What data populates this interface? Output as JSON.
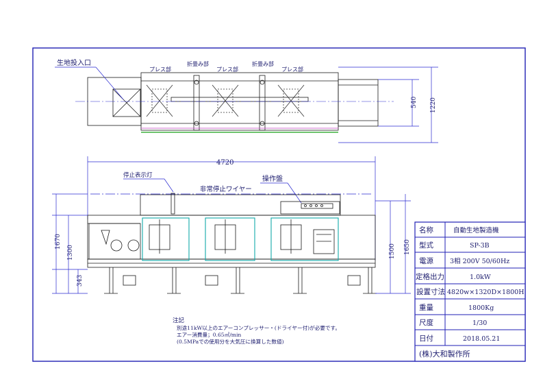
{
  "labels": {
    "fabric_inlet": "生地投入口",
    "press_1": "プレス部",
    "fold_1": "折畳み部",
    "press_2": "プレス部",
    "fold_2": "折畳み部",
    "press_3": "プレス部",
    "stop_lamp": "停止表示灯",
    "emergency_wire": "非常停止ワイヤー",
    "control_panel": "操作盤"
  },
  "dimensions": {
    "overall_length": "4720",
    "top_width": "540",
    "top_depth": "1220",
    "height_total": "1670",
    "height_table": "1300",
    "height_base": "343",
    "height_right_1": "1500",
    "height_right_2": "1650"
  },
  "notes": {
    "heading": "注記",
    "line1": "別途11kW以上のエアーコンプレッサー・(ドライヤー付)が必要です。",
    "line2": "エアー消費量；0.65㎥/min",
    "line3": "(0.5MPaでの使用分を大気圧に換算した数値)"
  },
  "title_block": {
    "rows": [
      {
        "label": "名称",
        "value": "自動生地製造機"
      },
      {
        "label": "型式",
        "value": "SP-3B"
      },
      {
        "label": "電源",
        "value": "3相 200V 50/60Hz"
      },
      {
        "label": "定格出力",
        "value": "1.0kW"
      },
      {
        "label": "設置寸法",
        "value": "4820w×1320D×1800H"
      },
      {
        "label": "重量",
        "value": "1800Kg"
      },
      {
        "label": "尺度",
        "value": "1/30"
      },
      {
        "label": "日付",
        "value": "2018.05.21"
      }
    ],
    "company": "(株)大和製作所"
  },
  "colors": {
    "border": "#1f1fb4",
    "line": "#1a1a1a",
    "dimension": "#2a2ad0",
    "cyan": "#10a8a8",
    "green": "#18a018",
    "magenta": "#c040c0",
    "text": "#1c1c6e"
  }
}
